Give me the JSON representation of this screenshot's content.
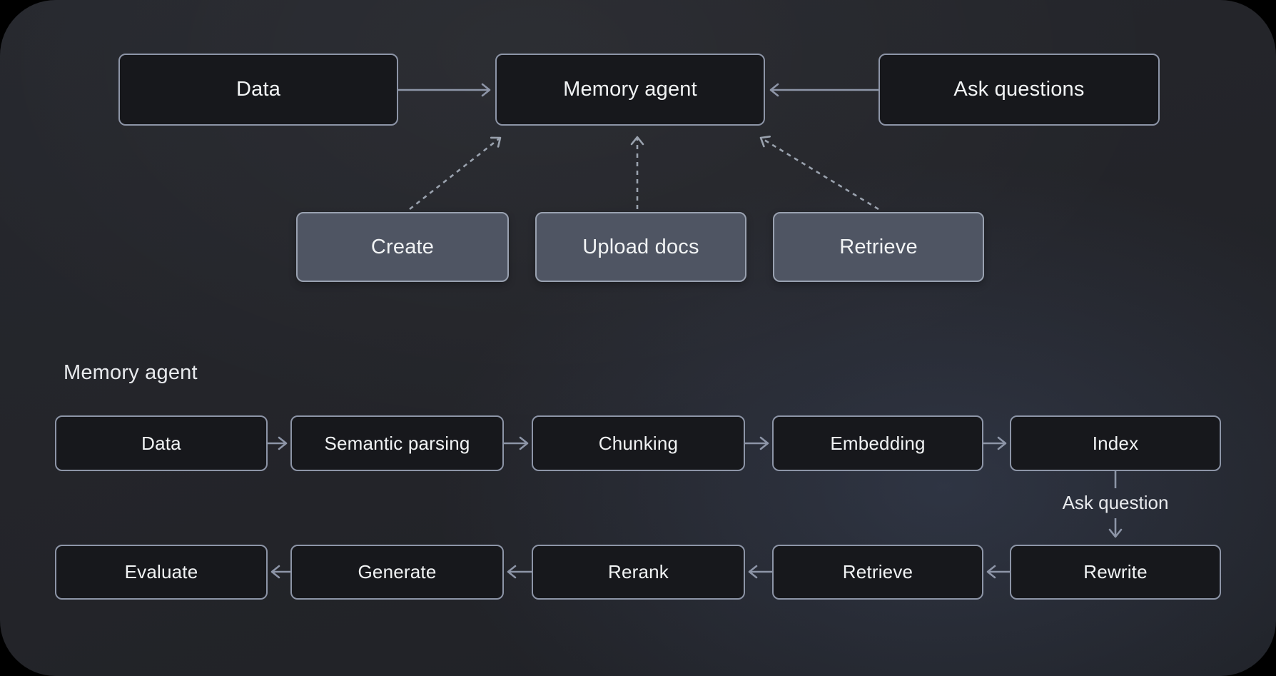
{
  "diagram": {
    "top_flow": {
      "sources": [
        {
          "label": "Data"
        },
        {
          "label": "Memory agent"
        },
        {
          "label": "Ask questions"
        }
      ],
      "actions": [
        {
          "label": "Create"
        },
        {
          "label": "Upload docs"
        },
        {
          "label": "Retrieve"
        }
      ]
    },
    "pipeline": {
      "title": "Memory agent",
      "ingest_row": [
        {
          "label": "Data"
        },
        {
          "label": "Semantic parsing"
        },
        {
          "label": "Chunking"
        },
        {
          "label": "Embedding"
        },
        {
          "label": "Index"
        }
      ],
      "connector_label": "Ask question",
      "query_row": [
        {
          "label": "Evaluate"
        },
        {
          "label": "Generate"
        },
        {
          "label": "Rerank"
        },
        {
          "label": "Retrieve"
        },
        {
          "label": "Rewrite"
        }
      ]
    }
  },
  "colors": {
    "page_background": "#000000",
    "card_background": "#232429",
    "node_dark_fill": "#17181c",
    "node_dark_border": "#8d95a7",
    "node_gray_fill": "#4f5563",
    "node_gray_border": "#99a1b0",
    "arrow_solid": "#8d95a7",
    "arrow_dashed": "#9aa2ae",
    "text": "#f1f3f4",
    "label_text": "#e8eaed"
  }
}
